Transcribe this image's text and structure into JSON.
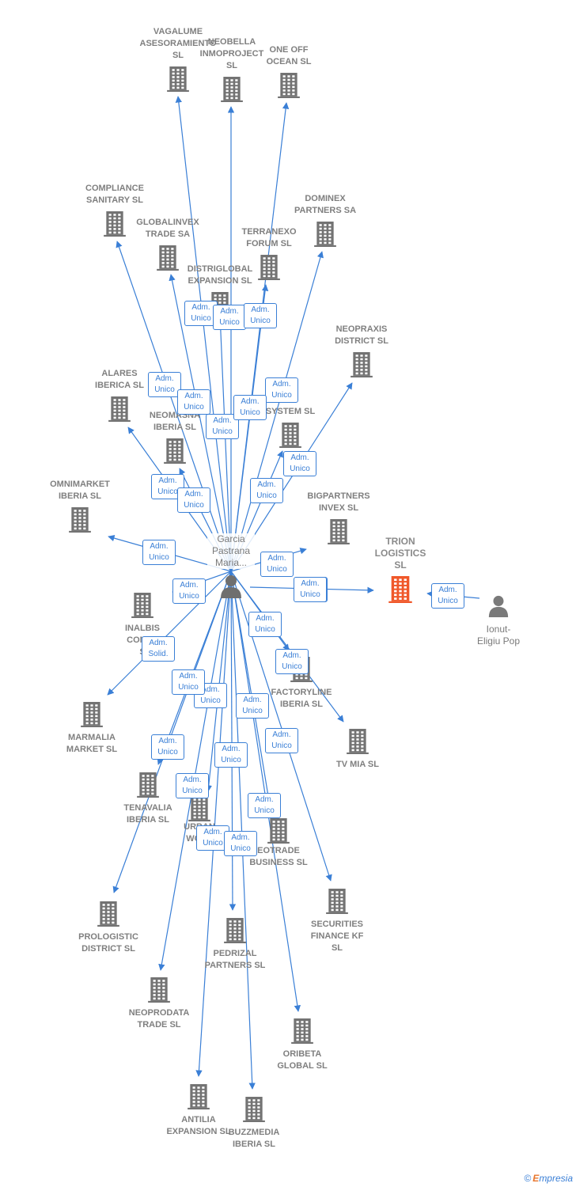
{
  "colors": {
    "edge": "#3a7fd6",
    "building": "#737373",
    "focus_building": "#f0582a",
    "label": "#7f7f7f",
    "badge": "#3a7fd6"
  },
  "center": {
    "name": "Garcia\nPastrana\nMaria...",
    "icon": "person-icon"
  },
  "focus_company": {
    "name": "TRION\nLOGISTICS\nSL",
    "icon": "building-icon"
  },
  "second_person": {
    "name": "Ionut-\nEligiu Pop",
    "icon": "person-icon"
  },
  "companies": [
    {
      "id": "vagalume",
      "name": "VAGALUME\nASESORAMIENTO\nSL"
    },
    {
      "id": "neobella",
      "name": "NEOBELLA\nINMOPROJECT\nSL"
    },
    {
      "id": "oneoff",
      "name": "ONE OFF\nOCEAN SL"
    },
    {
      "id": "compliance",
      "name": "COMPLIANCE\nSANITARY SL"
    },
    {
      "id": "globalinvex",
      "name": "GLOBALINVEX\nTRADE SA"
    },
    {
      "id": "terranexo",
      "name": "TERRANEXO\nFORUM SL"
    },
    {
      "id": "dominex",
      "name": "DOMINEX\nPARTNERS SA"
    },
    {
      "id": "distriglobal",
      "name": "DISTRIGLOBAL\nEXPANSION SL"
    },
    {
      "id": "neopraxis",
      "name": "NEOPRAXIS\nDISTRICT SL"
    },
    {
      "id": "alares",
      "name": "ALARES\nIBERICA SL"
    },
    {
      "id": "neomasna",
      "name": "NEOMASNA\nIBERIA SL"
    },
    {
      "id": "system",
      "name": "X\nSYSTEM SL"
    },
    {
      "id": "omnimarket",
      "name": "OMNIMARKET\nIBERIA SL"
    },
    {
      "id": "bigpartners",
      "name": "BIGPARTNERS\nINVEX SL"
    },
    {
      "id": "inalbis",
      "name": "INALBIS\nCONSU\nS"
    },
    {
      "id": "factoryline",
      "name": "FACTORYLINE\nIBERIA SL"
    },
    {
      "id": "marmalia",
      "name": "MARMALIA\nMARKET SL"
    },
    {
      "id": "tvmia",
      "name": "TV MIA SL"
    },
    {
      "id": "tenavalia",
      "name": "TENAVALIA\nIBERIA SL"
    },
    {
      "id": "urban",
      "name": "URBAN\nWORL"
    },
    {
      "id": "eotrade",
      "name": "EOTRADE\nBUSINESS SL"
    },
    {
      "id": "prologistic",
      "name": "PROLOGISTIC\nDISTRICT SL"
    },
    {
      "id": "securities",
      "name": "SECURITIES\nFINANCE KF\nSL"
    },
    {
      "id": "pedrizal",
      "name": "PEDRIZAL\nPARTNERS SL"
    },
    {
      "id": "neoprodata",
      "name": "NEOPRODATA\nTRADE SL"
    },
    {
      "id": "oribeta",
      "name": "ORIBETA\nGLOBAL SL"
    },
    {
      "id": "antilia",
      "name": "ANTILIA\nEXPANSION SL"
    },
    {
      "id": "buzzmedia",
      "name": "BUZZMEDIA\nIBERIA SL"
    }
  ],
  "badges": [
    "Adm.\nUnico",
    "Adm.\nUnico",
    "Adm.\nUnico",
    "Adm.\nUnico",
    "Adm.\nUnico",
    "Adm.\nUnico",
    "Adm.\nUnico",
    "Adm.\nUnico",
    "Adm.\nUnico",
    "Adm.\nUnico",
    "Adm.\nUnico",
    "Adm.\nUnico",
    "Adm.\nUnico",
    "Adm.\nUnico",
    "Adm.\nUnico",
    "Adm.\nUnico",
    "Adm.\nUnico",
    "Adm.\nUnico",
    "Adm.\nUnico",
    "Adm.\nSolid.",
    "Adm.\nUnico",
    "Adm.\nUnico",
    "Adm.\nUnico",
    "Adm.\nUnico",
    "Adm.\nUnico",
    "Adm.\nUnico",
    "Adm.\nUnico",
    "Adm.\nUnico",
    "Adm.\nUnico",
    "Adm.\nUnico",
    "Adm.\nUnico"
  ],
  "footer": {
    "copyright": "©",
    "brand_initial": "E",
    "brand_rest": "mpresia"
  }
}
